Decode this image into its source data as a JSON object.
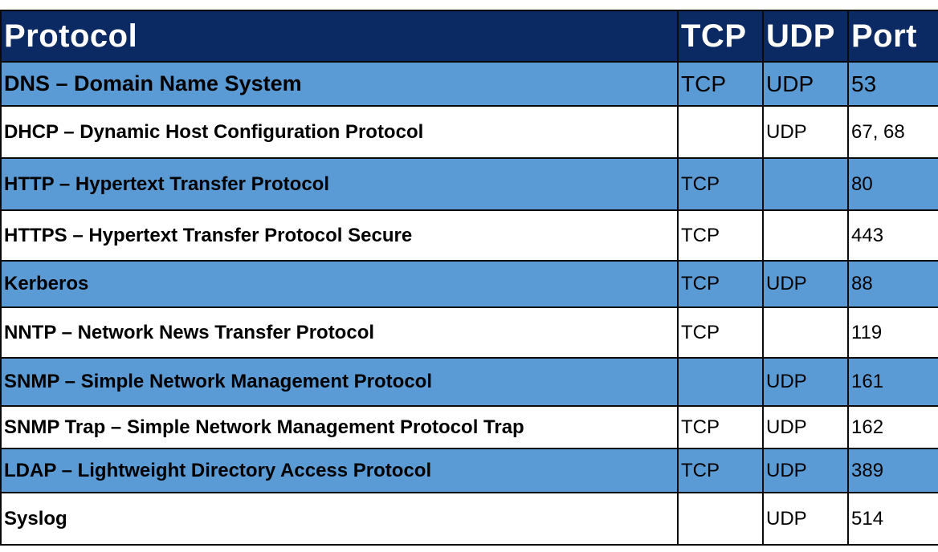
{
  "colors": {
    "header_bg": "#0b2a63",
    "header_text": "#ffffff",
    "shaded_row": "#5b9bd5",
    "plain_row": "#ffffff",
    "grid": "#0a0a0a"
  },
  "table": {
    "headers": {
      "protocol": "Protocol",
      "tcp": "TCP",
      "udp": "UDP",
      "port": "Port"
    },
    "rows": [
      {
        "protocol": "DNS – Domain Name System",
        "tcp": "TCP",
        "udp": "UDP",
        "port": "53",
        "shaded": true
      },
      {
        "protocol": "DHCP – Dynamic Host Configuration Protocol",
        "tcp": "",
        "udp": "UDP",
        "port": "67, 68",
        "shaded": false
      },
      {
        "protocol": "HTTP – Hypertext Transfer Protocol",
        "tcp": "TCP",
        "udp": "",
        "port": "80",
        "shaded": true
      },
      {
        "protocol": "HTTPS – Hypertext Transfer Protocol Secure",
        "tcp": "TCP",
        "udp": "",
        "port": "443",
        "shaded": false
      },
      {
        "protocol": "Kerberos",
        "tcp": "TCP",
        "udp": "UDP",
        "port": "88",
        "shaded": true
      },
      {
        "protocol": "NNTP – Network News Transfer Protocol",
        "tcp": "TCP",
        "udp": "",
        "port": "119",
        "shaded": false
      },
      {
        "protocol": "SNMP – Simple Network Management Protocol",
        "tcp": "",
        "udp": "UDP",
        "port": "161",
        "shaded": true
      },
      {
        "protocol": "SNMP Trap – Simple Network Management Protocol Trap",
        "tcp": "TCP",
        "udp": "UDP",
        "port": "162",
        "shaded": false
      },
      {
        "protocol": "LDAP – Lightweight Directory Access Protocol",
        "tcp": "TCP",
        "udp": "UDP",
        "port": "389",
        "shaded": true
      },
      {
        "protocol": "Syslog",
        "tcp": "",
        "udp": "UDP",
        "port": "514",
        "shaded": false
      }
    ]
  }
}
